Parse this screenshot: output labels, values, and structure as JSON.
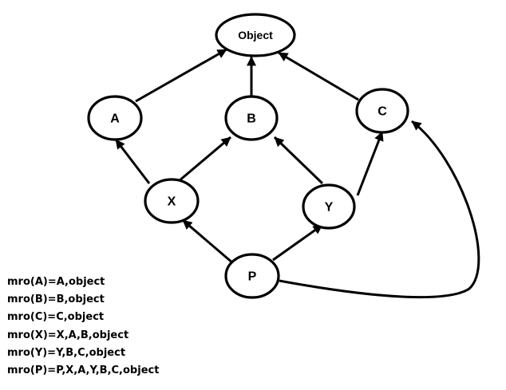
{
  "colors": {
    "stroke": "#000000",
    "node_fill": "#ffffff",
    "text": "#000000",
    "background": "#ffffff"
  },
  "nodes": [
    {
      "id": "object",
      "label": "Object"
    },
    {
      "id": "a",
      "label": "A"
    },
    {
      "id": "b",
      "label": "B"
    },
    {
      "id": "c",
      "label": "C"
    },
    {
      "id": "x",
      "label": "X"
    },
    {
      "id": "y",
      "label": "Y"
    },
    {
      "id": "p",
      "label": "P"
    }
  ],
  "edges": [
    {
      "from": "A",
      "to": "Object"
    },
    {
      "from": "B",
      "to": "Object"
    },
    {
      "from": "C",
      "to": "Object"
    },
    {
      "from": "X",
      "to": "A"
    },
    {
      "from": "X",
      "to": "B"
    },
    {
      "from": "Y",
      "to": "B"
    },
    {
      "from": "Y",
      "to": "C"
    },
    {
      "from": "P",
      "to": "X"
    },
    {
      "from": "P",
      "to": "Y"
    },
    {
      "from": "P",
      "to": "C"
    }
  ],
  "mro_lines": [
    "mro(A)=A,object",
    "mro(B)=B,object",
    "mro(C)=C,object",
    "mro(X)=X,A,B,object",
    "mro(Y)=Y,B,C,object",
    "mro(P)=P,X,A,Y,B,C,object"
  ]
}
